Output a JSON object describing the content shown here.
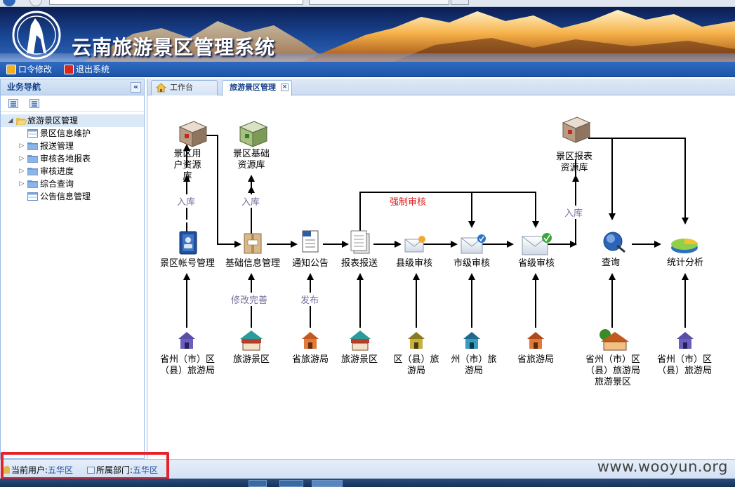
{
  "app": {
    "title": "云南旅游景区管理系统"
  },
  "menu": {
    "change_password": "口令修改",
    "logout": "退出系统"
  },
  "sidebar": {
    "title": "业务导航",
    "collapse_glyph": "«",
    "tree": [
      {
        "label": "旅游景区管理",
        "expanded": true,
        "icon": "folder-open-icon"
      },
      {
        "label": "景区信息维护",
        "icon": "grid-page-icon"
      },
      {
        "label": "报送管理",
        "icon": "folder-icon"
      },
      {
        "label": "审核各地报表",
        "icon": "folder-icon"
      },
      {
        "label": "审核进度",
        "icon": "folder-icon"
      },
      {
        "label": "综合查询",
        "icon": "folder-icon"
      },
      {
        "label": "公告信息管理",
        "icon": "grid-page-icon"
      }
    ]
  },
  "tabs": [
    {
      "label": "工作台",
      "icon": "home-icon",
      "active": false
    },
    {
      "label": "旅游景区管理",
      "active": true,
      "closable": true
    }
  ],
  "diagram": {
    "storage": {
      "user_db": "景区用户资源库",
      "base_db": "景区基础资源库",
      "report_db": "景区报表资源库"
    },
    "steps": {
      "account": "景区帐号管理",
      "base_info": "基础信息管理",
      "notice": "通知公告",
      "report_submit": "报表报送",
      "county_audit": "县级审核",
      "city_audit": "市级审核",
      "province_audit": "省级审核",
      "query": "查询",
      "stats": "统计分析"
    },
    "edges": {
      "store1": "入库",
      "store2": "入库",
      "store3": "入库",
      "refine": "修改完善",
      "publish": "发布",
      "force_audit": "强制审核"
    },
    "actors": {
      "a1": "省州（市）区（县）旅游局",
      "a2": "旅游景区",
      "a3": "省旅游局",
      "a4": "旅游景区",
      "a5": "区（县）旅游局",
      "a6": "州（市）旅游局",
      "a7": "省旅游局",
      "a8": "省州（市）区（县）旅游局旅游景区",
      "a9": "省州（市）区（县）旅游局"
    }
  },
  "status": {
    "user_label": "当前用户:",
    "user_value": "五华区",
    "dept_label": "所属部门:",
    "dept_value": "五华区"
  },
  "watermark": "www.wooyun.org",
  "colors": {
    "accent": "#1d55a8",
    "highlight": "#e8202a",
    "edge_label": "#7a6d9c",
    "force_label": "#e02020"
  }
}
